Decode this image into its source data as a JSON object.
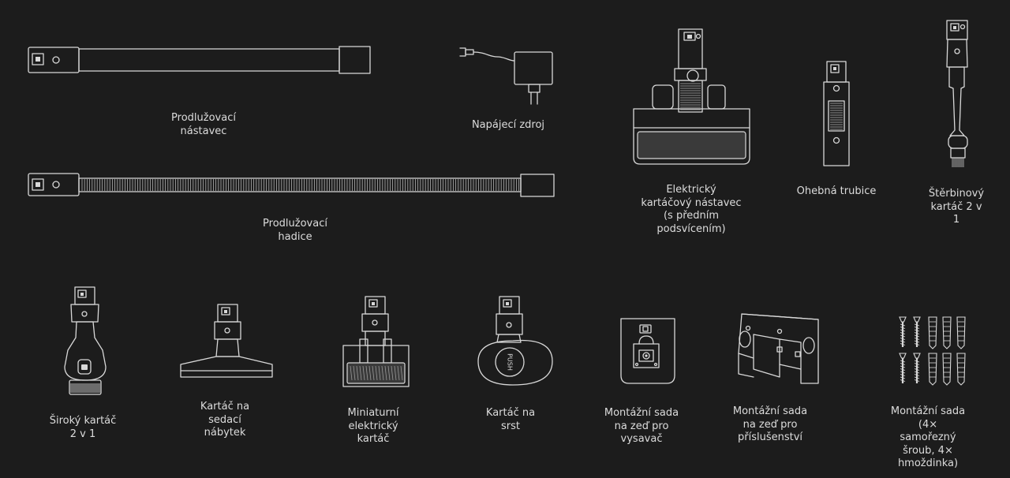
{
  "accessories": [
    {
      "id": "extension-tube",
      "icon": "extension-tube-icon",
      "label": "Prodlužovací\nnástavec"
    },
    {
      "id": "power-adapter",
      "icon": "power-adapter-icon",
      "label": "Napájecí zdroj"
    },
    {
      "id": "extension-hose",
      "icon": "extension-hose-icon",
      "label": "Prodlužovací\nhadice"
    },
    {
      "id": "electric-brush",
      "icon": "electric-brush-head-icon",
      "label": "Elektrický\nkartáčový nástavec\n(s předním\npodsvícením)"
    },
    {
      "id": "flexible-tube",
      "icon": "flexible-tube-icon",
      "label": "Ohebná trubice"
    },
    {
      "id": "crevice-brush",
      "icon": "crevice-brush-icon",
      "label": "Štěrbinový\nkartáč 2 v 1"
    },
    {
      "id": "wide-brush",
      "icon": "wide-brush-icon",
      "label": "Široký kartáč\n2 v 1"
    },
    {
      "id": "upholstery-brush",
      "icon": "upholstery-brush-icon",
      "label": "Kartáč na\nsedací\nnábytek"
    },
    {
      "id": "mini-electric-brush",
      "icon": "mini-electric-brush-icon",
      "label": "Miniaturní\nelektrický\nkartáč"
    },
    {
      "id": "pet-brush",
      "icon": "pet-hair-brush-icon",
      "label": "Kartáč na\nsrst",
      "button_text": "PUSH"
    },
    {
      "id": "wall-mount-vacuum",
      "icon": "wall-mount-vacuum-icon",
      "label": "Montážní sada\nna zeď pro\nvysavač"
    },
    {
      "id": "wall-mount-accessories",
      "icon": "wall-mount-accessories-icon",
      "label": "Montážní sada\nna zeď pro\npříslušenství"
    },
    {
      "id": "screw-kit",
      "icon": "screws-and-anchors-icon",
      "label": "Montážní sada (4×\nsamořezný šroub, 4×\nhmoždinka)"
    }
  ]
}
